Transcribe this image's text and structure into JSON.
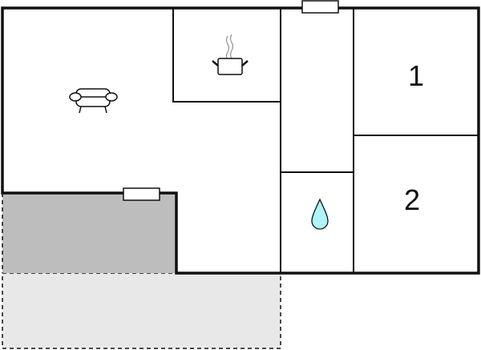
{
  "floorplan": {
    "rooms": [
      {
        "id": "living-room",
        "icon": "armchair-icon"
      },
      {
        "id": "kitchen",
        "icon": "cooking-pot-icon"
      },
      {
        "id": "hallway"
      },
      {
        "id": "bathroom",
        "icon": "water-drop-icon"
      },
      {
        "id": "bedroom-1",
        "label": "1"
      },
      {
        "id": "bedroom-2",
        "label": "2"
      },
      {
        "id": "covered-terrace"
      },
      {
        "id": "open-terrace"
      }
    ],
    "colors": {
      "wall": "#111111",
      "covered_terrace": "#bdbdbd",
      "open_terrace": "#e8e8e8",
      "water_drop": "#aef4f8"
    }
  }
}
